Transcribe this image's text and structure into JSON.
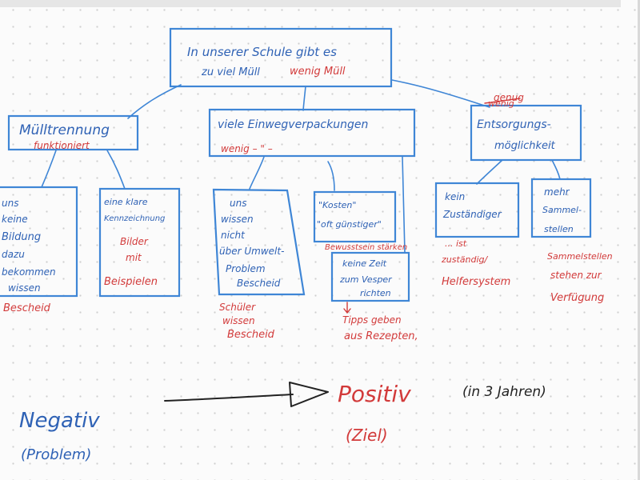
{
  "main_box": {
    "line1": "In unserer Schule gibt es",
    "line2": "zu viel Müll",
    "correction": "wenig Müll"
  },
  "nodes": [
    {
      "text": "Mülltrennung",
      "correction": "funktioniert",
      "children": [
        {
          "lines": [
            "uns",
            "keine",
            "Bildung",
            "dazu",
            "bekommen",
            "wissen"
          ],
          "correction": "Bescheid"
        },
        {
          "lines": [
            "eine klare",
            "Kennzeichnung"
          ],
          "corrections": [
            "Bilder",
            "mit",
            "Beispielen"
          ]
        }
      ]
    },
    {
      "text": "viele Einwegverpackungen",
      "correction": "wenig – \" –",
      "children": [
        {
          "lines": [
            "uns",
            "wissen",
            "nicht",
            "über Umwelt-",
            "Problem",
            "Bescheid"
          ],
          "corrections": [
            "Schüler",
            "wissen",
            "Bescheid"
          ]
        },
        {
          "lines": [
            "\"Kosten\"",
            "\"oft günstiger\""
          ],
          "correction": "Bewusstsein stärken"
        },
        {
          "lines": [
            "keine Zeit",
            "zum Vesper",
            "richten"
          ],
          "corrections": [
            "Tipps geben",
            "aus Rezepten,"
          ]
        }
      ]
    },
    {
      "text_struck": "wenig",
      "text_correction": "genug",
      "lines": [
        "Entsorgungs-",
        "möglichkeit"
      ],
      "children": [
        {
          "lines": [
            "kein",
            "Zuständiger"
          ],
          "corrections": [
            "... ist",
            "zuständig/",
            "Helfersystem"
          ]
        },
        {
          "lines": [
            "mehr",
            "Sammel-",
            "stellen"
          ],
          "corrections": [
            "Sammelstellen",
            "stehen zur",
            "Verfügung"
          ]
        }
      ]
    }
  ],
  "legend": {
    "negativ": "Negativ",
    "negativ_sub": "(Problem)",
    "positiv": "Positiv",
    "positiv_paren": "(in 3 Jahren)",
    "positiv_sub": "(Ziel)"
  },
  "colors": {
    "ink_blue": "#2f62b5",
    "box_blue": "#3f86d6",
    "ink_red": "#d23a3a",
    "ink_black": "#222222",
    "background": "#fbfbfb"
  }
}
